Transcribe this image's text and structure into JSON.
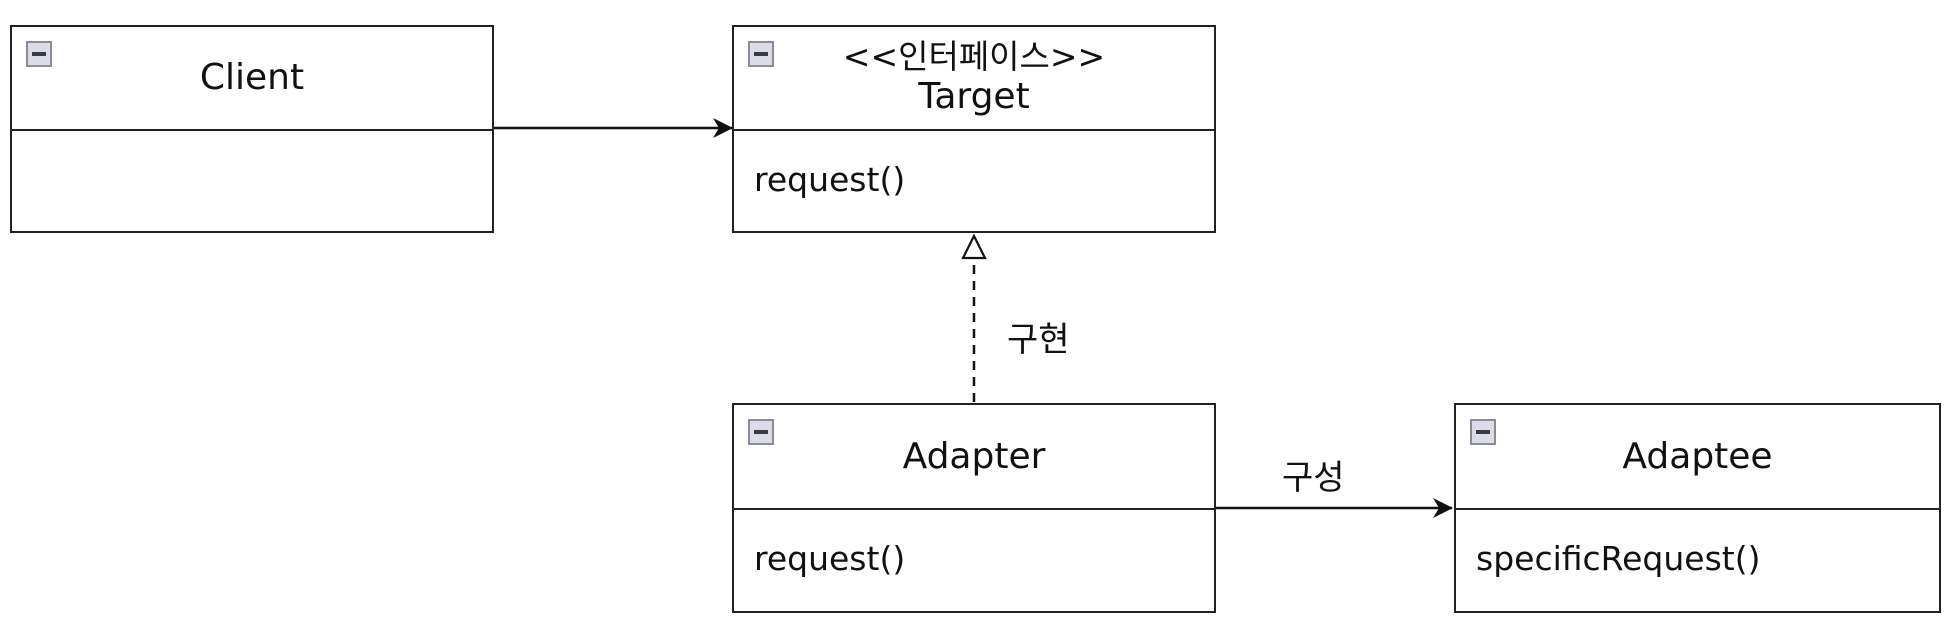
{
  "classes": {
    "client": {
      "name": "Client",
      "methods": ""
    },
    "target": {
      "stereotype": "<<인터페이스>>",
      "name": "Target",
      "methods": "request()"
    },
    "adapter": {
      "name": "Adapter",
      "methods": "request()"
    },
    "adaptee": {
      "name": "Adaptee",
      "methods": "specificRequest()"
    }
  },
  "relations": {
    "implements_label": "구현",
    "composition_label": "구성"
  }
}
